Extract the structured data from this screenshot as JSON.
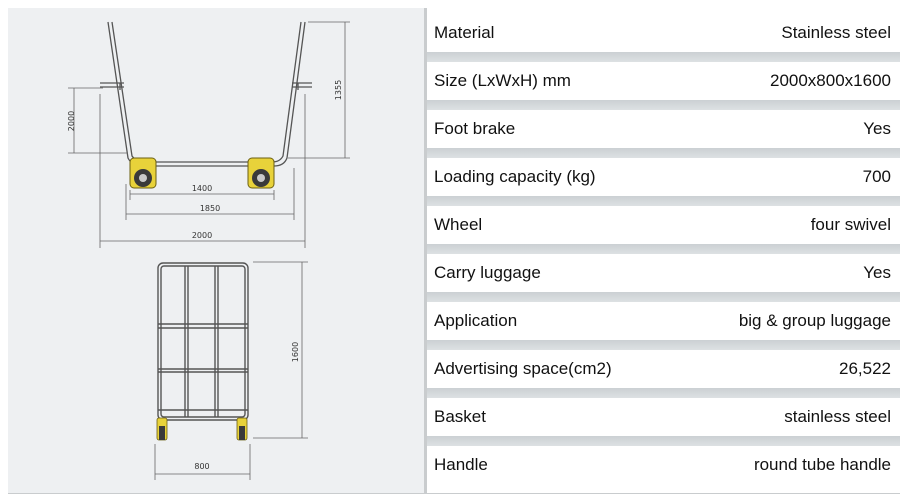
{
  "specs": [
    {
      "label": "Material",
      "value": "Stainless steel"
    },
    {
      "label": "Size (LxWxH) mm",
      "value": "2000x800x1600"
    },
    {
      "label": "Foot brake",
      "value": "Yes"
    },
    {
      "label": "Loading capacity (kg)",
      "value": "700"
    },
    {
      "label": "Wheel",
      "value": "four swivel"
    },
    {
      "label": "Carry luggage",
      "value": "Yes"
    },
    {
      "label": "Application",
      "value": "big & group luggage"
    },
    {
      "label": "Advertising space(cm2)",
      "value": "26,522"
    },
    {
      "label": "Basket",
      "value": "stainless steel"
    },
    {
      "label": "Handle",
      "value": "round tube handle"
    }
  ],
  "drawing": {
    "side_view": {
      "dim_height_left": "2000",
      "dim_height_right": "1355",
      "dim_1": "1400",
      "dim_2": "1850",
      "dim_3": "2000"
    },
    "front_view": {
      "dim_height": "1600",
      "dim_width": "800"
    }
  },
  "colors": {
    "drawing_bg": "#eef0f2",
    "band": "#cbd0d3",
    "wheel": "#e8d23a"
  }
}
